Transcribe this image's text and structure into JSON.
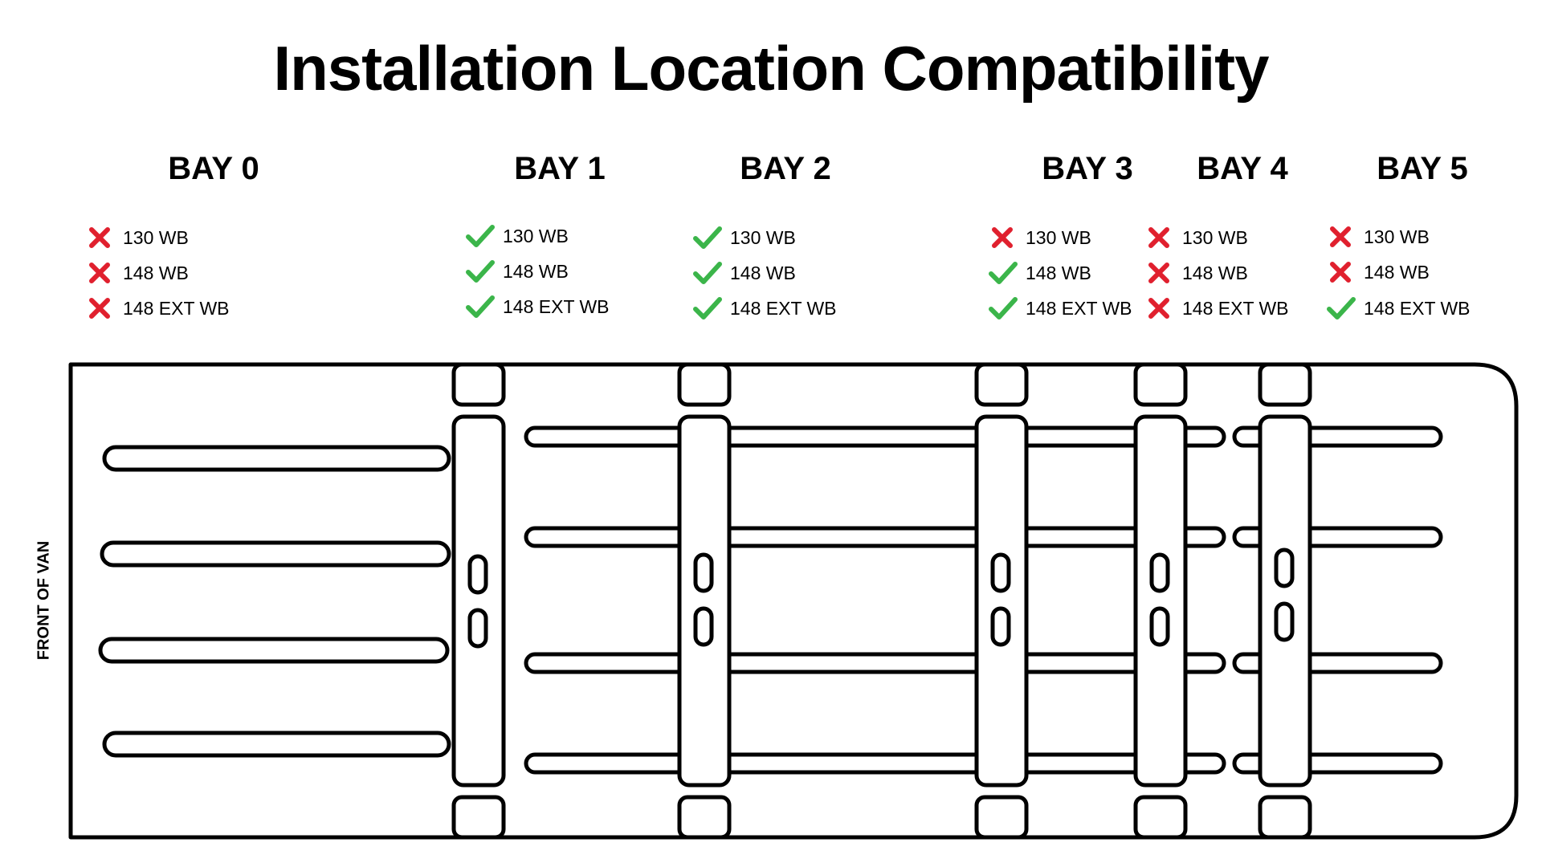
{
  "title": "Installation Location Compatibility",
  "front_label": "FRONT OF VAN",
  "status_colors": {
    "compatible": "#3bb54a",
    "incompatible": "#e0202e"
  },
  "status_icons": {
    "compatible": "check-icon",
    "incompatible": "cross-icon"
  },
  "bays": [
    {
      "label": "BAY 0",
      "items": [
        {
          "label": "130 WB",
          "compatible": false
        },
        {
          "label": "148 WB",
          "compatible": false
        },
        {
          "label": "148 EXT WB",
          "compatible": false
        }
      ]
    },
    {
      "label": "BAY 1",
      "items": [
        {
          "label": "130 WB",
          "compatible": true
        },
        {
          "label": "148 WB",
          "compatible": true
        },
        {
          "label": "148 EXT WB",
          "compatible": true
        }
      ]
    },
    {
      "label": "BAY 2",
      "items": [
        {
          "label": "130 WB",
          "compatible": true
        },
        {
          "label": "148 WB",
          "compatible": true
        },
        {
          "label": "148 EXT WB",
          "compatible": true
        }
      ]
    },
    {
      "label": "BAY 3",
      "items": [
        {
          "label": "130 WB",
          "compatible": false
        },
        {
          "label": "148 WB",
          "compatible": true
        },
        {
          "label": "148 EXT WB",
          "compatible": true
        }
      ]
    },
    {
      "label": "BAY 4",
      "items": [
        {
          "label": "130 WB",
          "compatible": false
        },
        {
          "label": "148 WB",
          "compatible": false
        },
        {
          "label": "148 EXT WB",
          "compatible": false
        }
      ]
    },
    {
      "label": "BAY 5",
      "items": [
        {
          "label": "130 WB",
          "compatible": false
        },
        {
          "label": "148 WB",
          "compatible": false
        },
        {
          "label": "148 EXT WB",
          "compatible": true
        }
      ]
    }
  ]
}
